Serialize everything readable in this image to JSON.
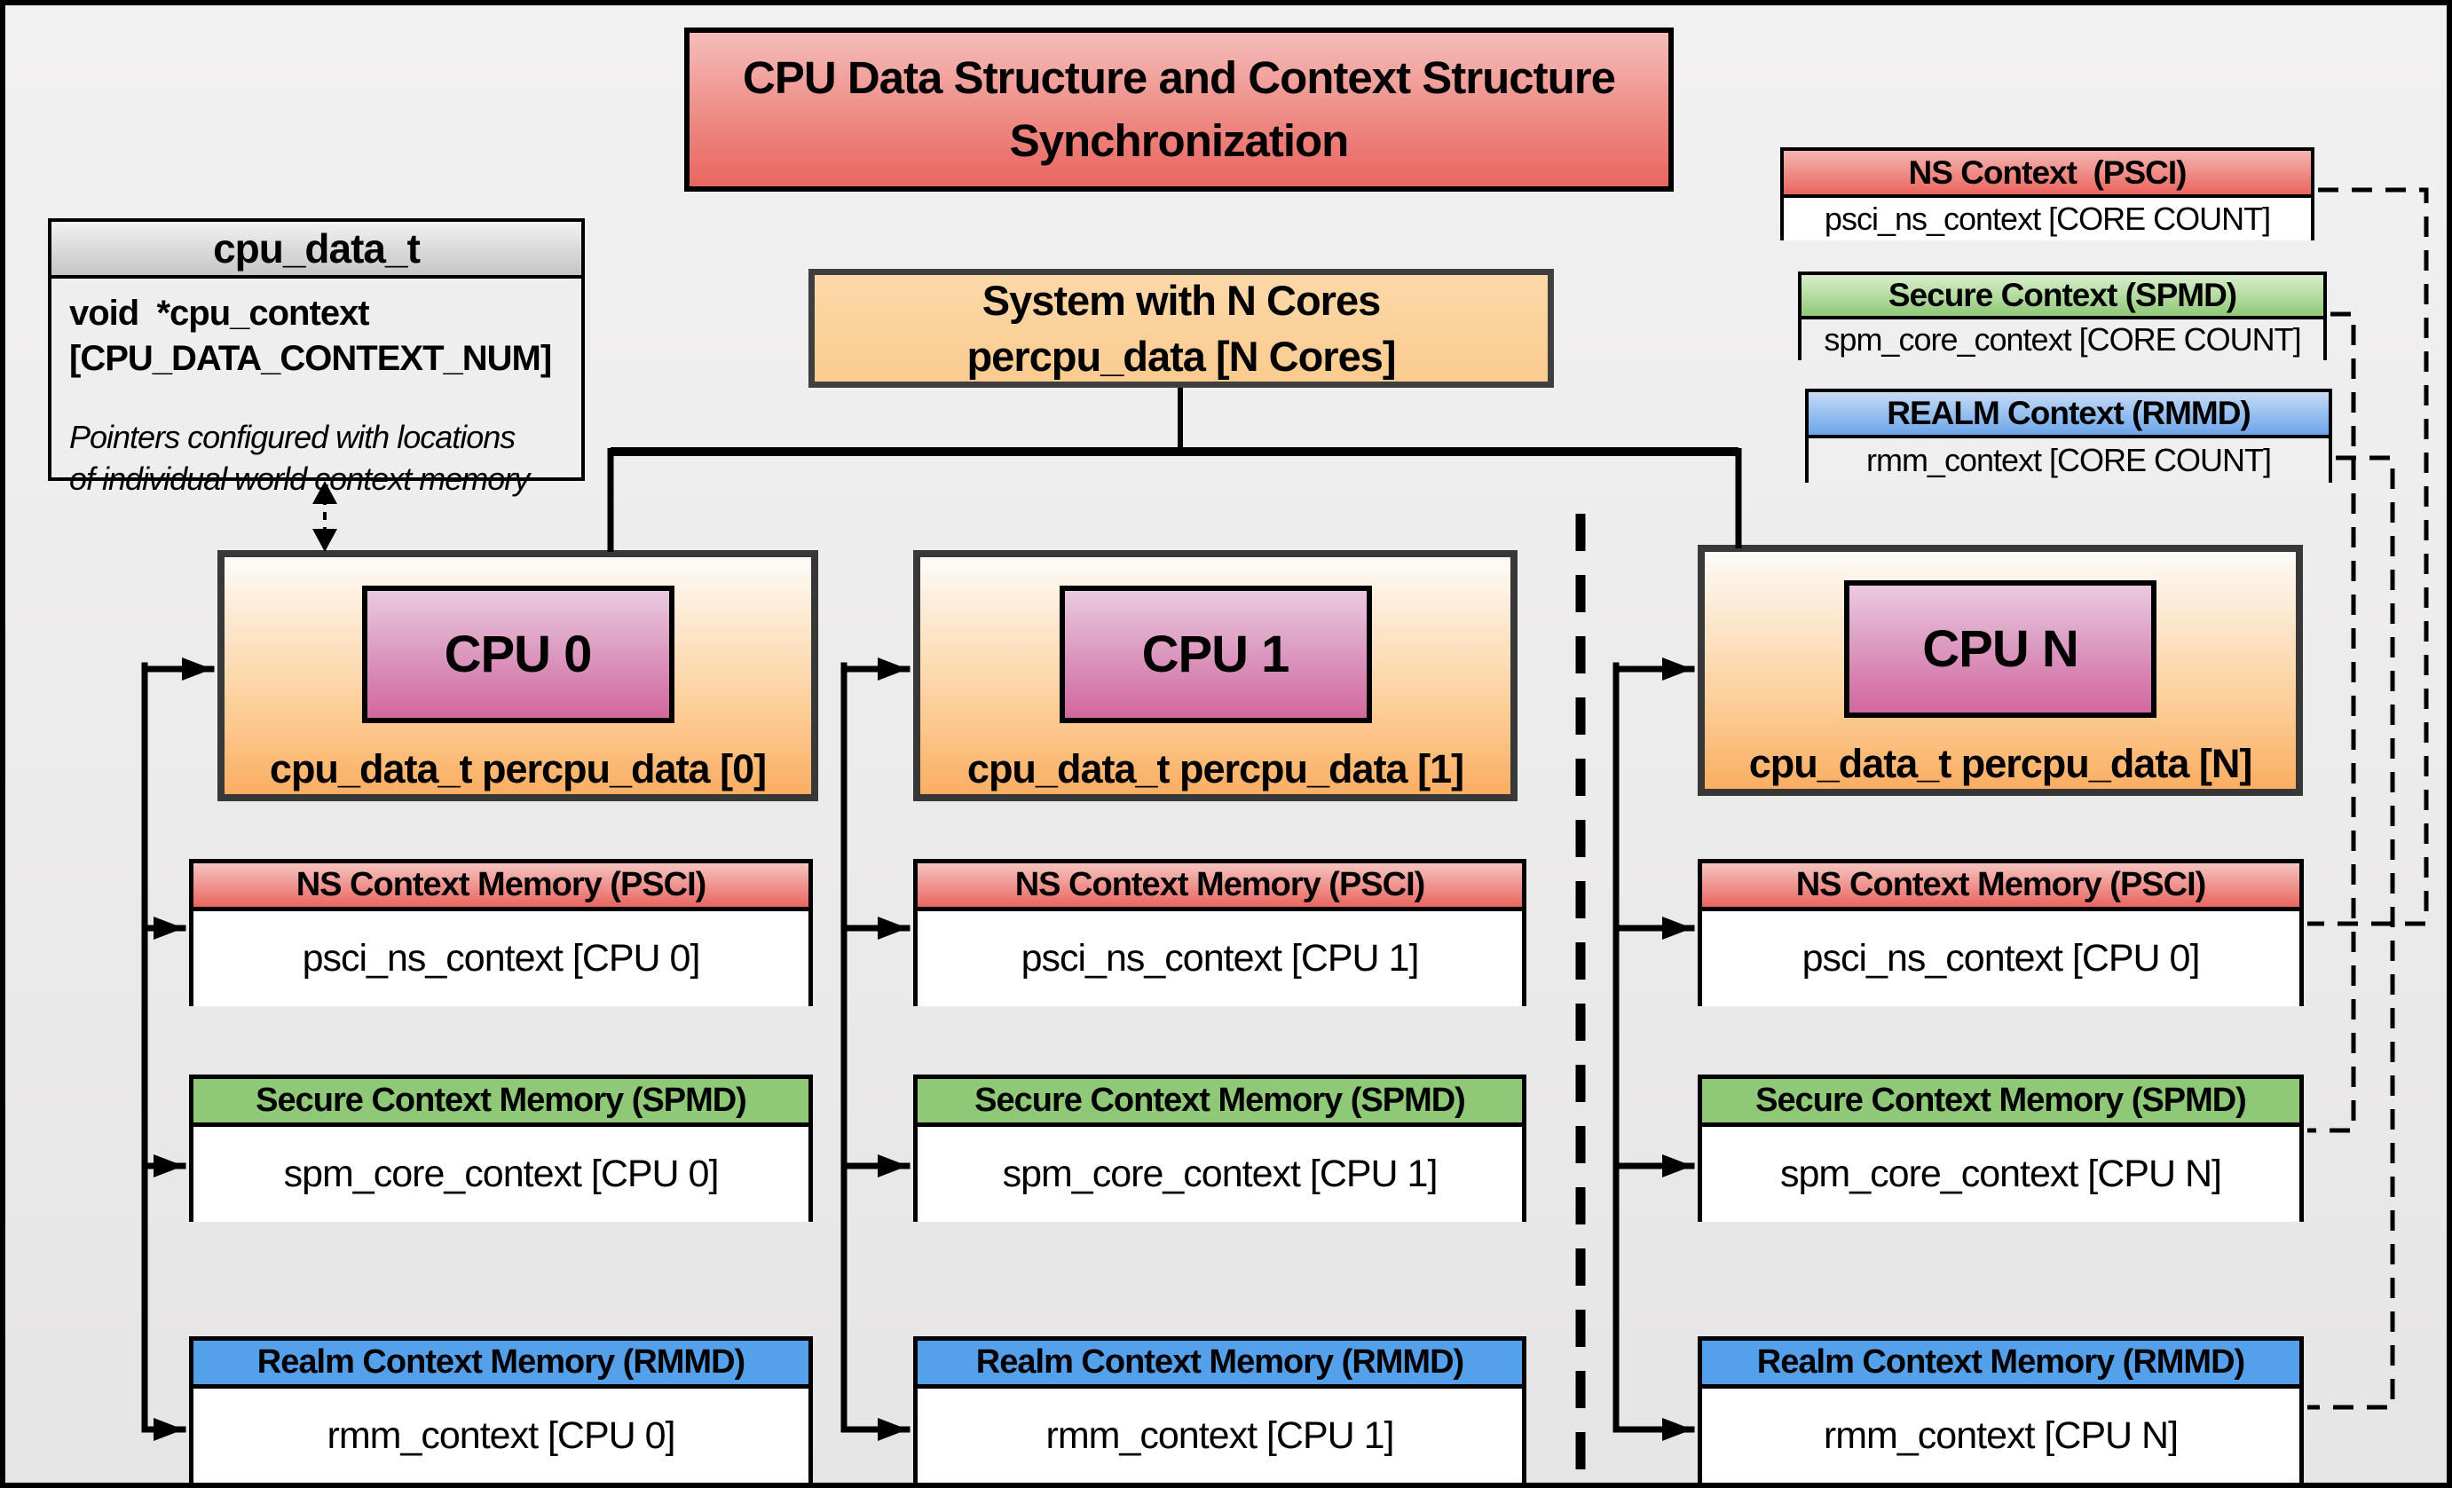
{
  "title": "CPU Data Structure and Context Structure Synchronization",
  "cpu_data_struct": {
    "header": "cpu_data_t",
    "field_line1": "void  *cpu_context",
    "field_line2": "[CPU_DATA_CONTEXT_NUM]",
    "note_line1": "Pointers configured with locations",
    "note_line2": "of individual world context memory"
  },
  "system_box": {
    "line1": "System with N Cores",
    "line2": "percpu_data [N Cores]"
  },
  "legend": {
    "ns": {
      "header": "NS Context  (PSCI)",
      "body": "psci_ns_context [CORE COUNT]"
    },
    "secure": {
      "header": "Secure Context (SPMD)",
      "body": "spm_core_context [CORE COUNT]"
    },
    "realm": {
      "header": "REALM Context (RMMD)",
      "body": "rmm_context [CORE COUNT]"
    }
  },
  "cpus": [
    {
      "label": "CPU 0",
      "data_label": "cpu_data_t percpu_data [0]",
      "ns_header": "NS Context Memory (PSCI)",
      "ns_body": "psci_ns_context [CPU 0]",
      "secure_header": "Secure Context Memory (SPMD)",
      "secure_body": "spm_core_context [CPU 0]",
      "realm_header": "Realm Context Memory (RMMD)",
      "realm_body": "rmm_context [CPU 0]"
    },
    {
      "label": "CPU 1",
      "data_label": "cpu_data_t percpu_data [1]",
      "ns_header": "NS Context Memory (PSCI)",
      "ns_body": "psci_ns_context [CPU 1]",
      "secure_header": "Secure Context Memory (SPMD)",
      "secure_body": "spm_core_context [CPU 1]",
      "realm_header": "Realm Context Memory (RMMD)",
      "realm_body": "rmm_context [CPU 1]"
    },
    {
      "label": "CPU N",
      "data_label": "cpu_data_t percpu_data [N]",
      "ns_header": "NS Context Memory (PSCI)",
      "ns_body": "psci_ns_context [CPU 0]",
      "secure_header": "Secure Context Memory (SPMD)",
      "secure_body": "spm_core_context [CPU N]",
      "realm_header": "Realm Context Memory (RMMD)",
      "realm_body": "rmm_context [CPU N]"
    }
  ],
  "colors": {
    "ns_red": "#E8655E",
    "secure_green": "#8FC977",
    "realm_blue": "#55A0EB",
    "cpu_orange": "#FAAE62",
    "cpu_label_pink": "#D2679E",
    "title_red": "#E9655F",
    "system_orange": "#FACB8F",
    "background_grey": "#ECEBEB"
  }
}
